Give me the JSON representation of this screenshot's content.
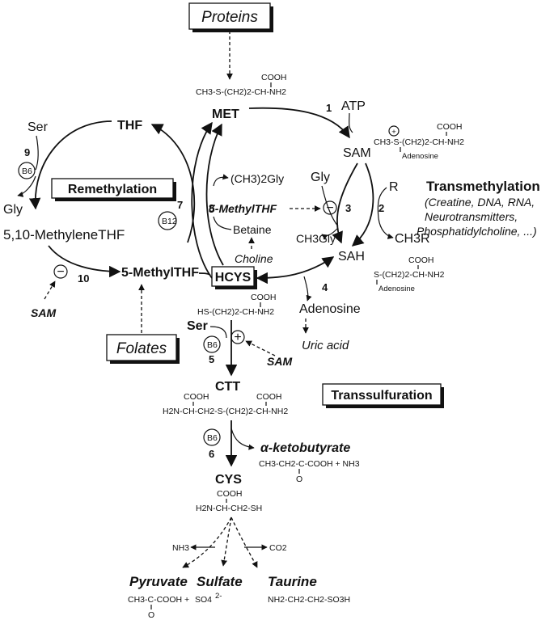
{
  "proteins": "Proteins",
  "folates": "Folates",
  "met": "MET",
  "met_formula": "CH3-S-(CH2)2-CH-NH2",
  "cooh": "COOH",
  "atp": "ATP",
  "sam": "SAM",
  "sam_formula": "CH3-S-(CH2)2-CH-NH2",
  "adenosine_label": "Adenosine",
  "thf": "THF",
  "ser": "Ser",
  "gly": "Gly",
  "b6": "B6",
  "b12": "B12",
  "methylene_thf": "5,10-MethyleneTHF",
  "methyl_thf": "5-MethylTHF",
  "remethylation": "Remethylation",
  "dimethylglycine": "(CH3)2Gly",
  "betaine": "Betaine",
  "choline": "Choline",
  "methyl_thf_inhibitor": "5-MethylTHF",
  "ch3gly": "CH3Gly",
  "r_group": "R",
  "ch3r": "CH3R",
  "transmethylation_title": "Transmethylation",
  "transmethylation_lines": [
    "(Creatine, DNA, RNA,",
    "Neurotransmitters,",
    "Phosphatidylcholine, ...)"
  ],
  "sah": "SAH",
  "sah_formula": "S-(CH2)2-CH-NH2",
  "hcys": "HCYS",
  "hcys_formula": "HS-(CH2)2-CH-NH2",
  "adenosine": "Adenosine",
  "uric_acid": "Uric acid",
  "cta": "CTT",
  "cta_formula": "H2N-CH-CH2-S-(CH2)2-CH-NH2",
  "transsulfuration": "Transsulfuration",
  "ketobutyrate": "α-ketobutyrate",
  "ketobutyrate_formula": "CH3-CH2-C-COOH  +  NH3",
  "o_label": "O",
  "cys": "CYS",
  "cys_formula": "H2N-CH-CH2-SH",
  "nh3": "NH3",
  "co2": "CO2",
  "pyruvate": "Pyruvate",
  "sulfate": "Sulfate",
  "taurine": "Taurine",
  "pyruvate_formula": "CH3-C-COOH",
  "plus": "+",
  "so4": "SO4",
  "so4_charge": "2-",
  "taurine_formula": "NH2-CH2-CH2-SO3H",
  "minus_sign": "−",
  "plus_sign": "+",
  "steps": [
    "1",
    "2",
    "3",
    "4",
    "5",
    "6",
    "7",
    "8",
    "9",
    "10"
  ]
}
